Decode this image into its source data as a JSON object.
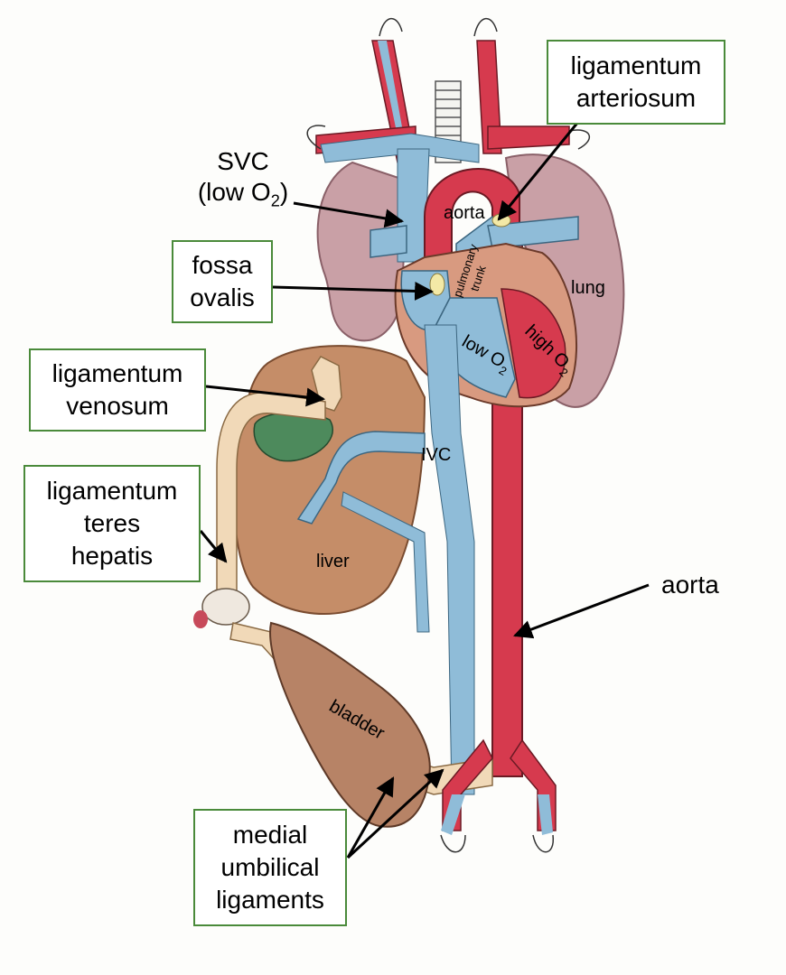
{
  "labels": {
    "ligamentum_arteriosum": [
      "ligamentum",
      "arteriosum"
    ],
    "svc": [
      "SVC",
      "(low O",
      "2",
      ")"
    ],
    "fossa_ovalis": [
      "fossa",
      "ovalis"
    ],
    "ligamentum_venosum": [
      "ligamentum",
      "venosum"
    ],
    "ligamentum_teres_hepatis": [
      "ligamentum",
      "teres",
      "hepatis"
    ],
    "aorta_right": "aorta",
    "medial_umbilical_ligaments": [
      "medial",
      "umbilical",
      "ligaments"
    ],
    "aorta_heart": "aorta",
    "pulmonary_trunk": [
      "pulmonary",
      "trunk"
    ],
    "lung": "lung",
    "low_o2_heart": [
      "low O",
      "2"
    ],
    "high_o2_heart": [
      "high O",
      "2"
    ],
    "ivc": "IVC",
    "liver": "liver",
    "bladder": "bladder"
  },
  "colors": {
    "artery": "#d63a4e",
    "vein": "#8fbcd8",
    "liver": "#c58d68",
    "lung": "#c9a0a6",
    "gallbladder": "#4d8a5c",
    "ligament": "#f1d9b8",
    "box_border": "#4a8a3a"
  }
}
